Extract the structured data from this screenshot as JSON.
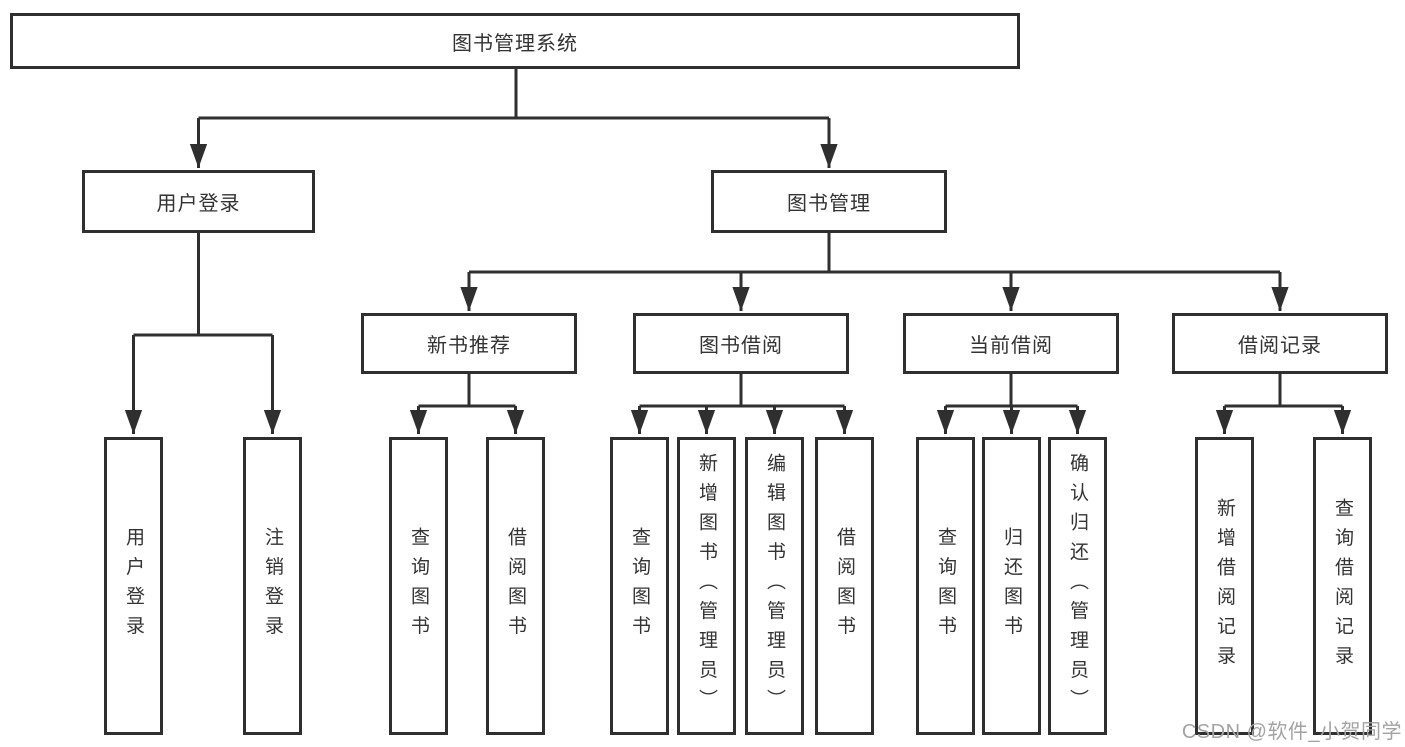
{
  "diagram": {
    "type": "tree",
    "root": {
      "label": "图书管理系统"
    },
    "branches": [
      {
        "label": "用户登录",
        "children": [
          {
            "label": "用户登录"
          },
          {
            "label": "注销登录"
          }
        ]
      },
      {
        "label": "图书管理",
        "children": [
          {
            "label": "新书推荐",
            "children": [
              {
                "label": "查询图书"
              },
              {
                "label": "借阅图书"
              }
            ]
          },
          {
            "label": "图书借阅",
            "children": [
              {
                "label": "查询图书"
              },
              {
                "label": "新增图书（管理员）"
              },
              {
                "label": "编辑图书（管理员）"
              },
              {
                "label": "借阅图书"
              }
            ]
          },
          {
            "label": "当前借阅",
            "children": [
              {
                "label": "查询图书"
              },
              {
                "label": "归还图书"
              },
              {
                "label": "确认归还（管理员）"
              }
            ]
          },
          {
            "label": "借阅记录",
            "children": [
              {
                "label": "新增借阅记录"
              },
              {
                "label": "查询借阅记录"
              }
            ]
          }
        ]
      }
    ]
  },
  "watermark": {
    "text": "CSDN @软件_小贺同学"
  },
  "colors": {
    "line": "#2f2f2f",
    "text": "#333333",
    "watermark": "#a3a3a3",
    "background": "#ffffff"
  }
}
